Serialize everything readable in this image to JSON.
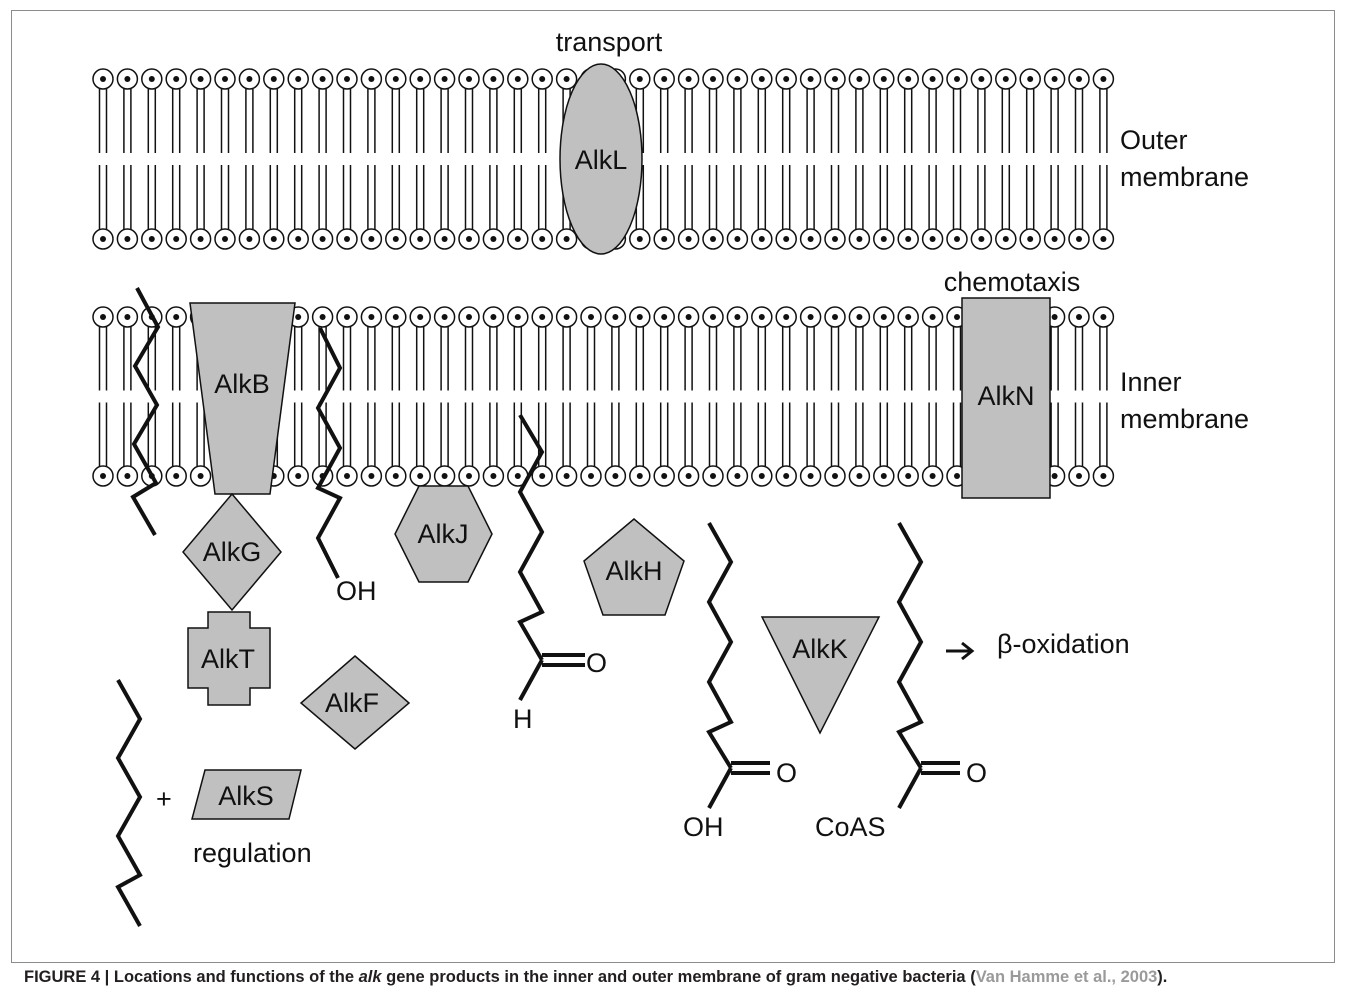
{
  "diagram": {
    "labels": {
      "transport": "transport",
      "chemotaxis": "chemotaxis",
      "outer_1": "Outer",
      "outer_2": "membrane",
      "inner_1": "Inner",
      "inner_2": "membrane",
      "oh_alcohol": "OH",
      "aldehyde_o": "O",
      "aldehyde_h": "H",
      "acid_o": "O",
      "acid_oh": "OH",
      "coa_o": "O",
      "coa_s": "CoAS",
      "beta_oxidation": "β-oxidation",
      "plus": "+",
      "regulation": "regulation"
    },
    "proteins": {
      "alkL": "AlkL",
      "alkB": "AlkB",
      "alkN": "AlkN",
      "alkG": "AlkG",
      "alkJ": "AlkJ",
      "alkH": "AlkH",
      "alkT": "AlkT",
      "alkF": "AlkF",
      "alkK": "AlkK",
      "alkS": "AlkS"
    },
    "colors": {
      "protein_fill": "#c0c0c0",
      "stroke": "#111111"
    }
  },
  "caption": {
    "prefix": "FIGURE 4 | Locations and functions of the ",
    "gene": "alk",
    "middle": " gene products in the inner and outer membrane of gram negative bacteria (",
    "reference": "Van Hamme et al., 2003",
    "suffix": ")."
  }
}
